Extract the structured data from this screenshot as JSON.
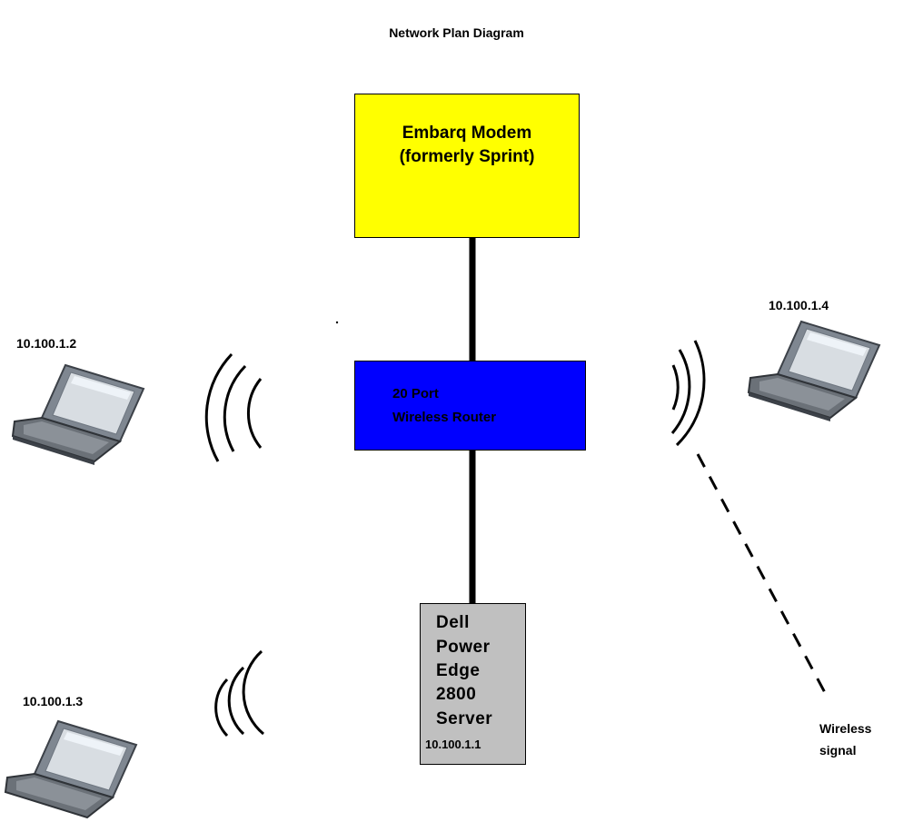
{
  "title": "Network Plan Diagram",
  "modem": {
    "line1": "Embarq Modem",
    "line2": "(formerly Sprint)"
  },
  "router": {
    "line1": "20 Port",
    "line2": "Wireless Router"
  },
  "server": {
    "lines": [
      "Dell",
      "Power",
      "Edge",
      "2800",
      "Server"
    ],
    "ip": "10.100.1.1"
  },
  "laptops": [
    {
      "ip": "10.100.1.2"
    },
    {
      "ip": "10.100.1.3"
    },
    {
      "ip": "10.100.1.4"
    }
  ],
  "wireless_label": {
    "line1": "Wireless",
    "line2": "signal"
  },
  "colors": {
    "modem": "#ffff00",
    "router": "#0000ff",
    "server": "#c0c0c0"
  }
}
